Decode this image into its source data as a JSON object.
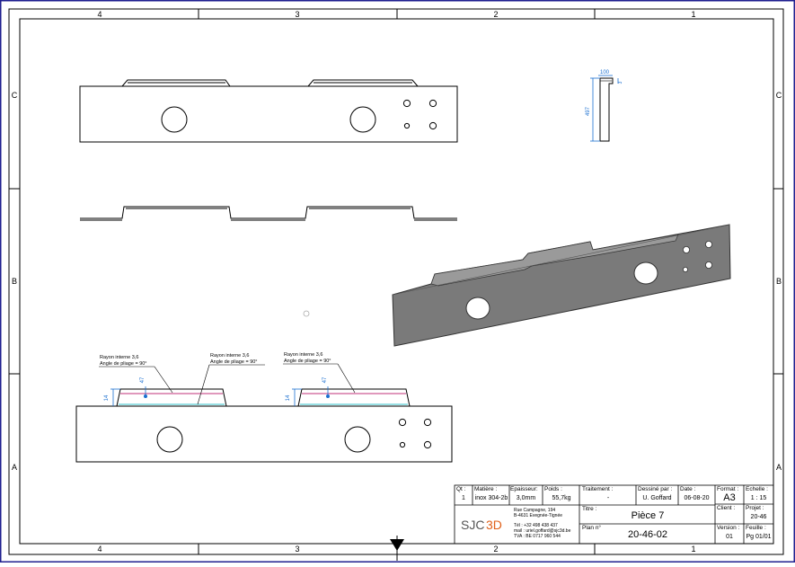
{
  "frame": {
    "columns_top": [
      "4",
      "3",
      "2",
      "1"
    ],
    "columns_bottom": [
      "4",
      "3",
      "2",
      "1"
    ],
    "rows_left": [
      "C",
      "B",
      "A"
    ],
    "rows_right": [
      "C",
      "B",
      "A"
    ]
  },
  "dimensions": {
    "profile_width": "100",
    "profile_thickness": "3",
    "profile_height": "497",
    "flange_height_left": "47",
    "flange_height_right": "47",
    "step_left": "14",
    "step_right": "14"
  },
  "notes": [
    {
      "line1": "Rayon interne 3,6",
      "line2": "Angle de pliage = 90°"
    },
    {
      "line1": "Rayon interne 3,6",
      "line2": "Angle de pliage = 90°"
    },
    {
      "line1": "Rayon interne 3,6",
      "line2": "Angle de pliage = 90°"
    }
  ],
  "title_block": {
    "qty_label": "Qt :",
    "qty": "1",
    "material_label": "Matière :",
    "material": "inox 304-2b",
    "thickness_label": "Epaisseur:",
    "thickness": "3,0mm",
    "weight_label": "Poids :",
    "weight": "55,7kg",
    "treatment_label": "Traitement :",
    "treatment": "-",
    "drawn_by_label": "Dessiné par :",
    "drawn_by": "U. Goffard",
    "date_label": "Date :",
    "date": "06-08-20",
    "format_label": "Format :",
    "format": "A3",
    "scale_label": "Echelle :",
    "scale": "1 : 15",
    "title_label": "Titre :",
    "title": "Pièce 7",
    "client_label": "Client :",
    "client": "",
    "project_label": "Projet :",
    "project": "20-46",
    "plan_label": "Plan n°",
    "plan": "20-46-02",
    "version_label": "Version :",
    "version": "01",
    "sheet_label": "Feuille :",
    "sheet": "Pg 01/01",
    "company_logo_a": "SJC",
    "company_logo_b": "3D",
    "company_address1": "Rue Campagne, 194",
    "company_address2": "B-4631 Evegnée-Tignée",
    "company_phone": "Tél : +32 498 438 437",
    "company_mail": "mail : uriel.goffard@sjc3d.be",
    "company_vat": "TVA : BE 0717 960 544"
  },
  "colors": {
    "frame": "#000000",
    "outer_border": "#1f1f8f",
    "dimension": "#1a6fd0",
    "bend_line_upper": "#c0307a",
    "bend_line_lower": "#30c0c8",
    "iso_fill": "#7a7a7a",
    "iso_edge": "#333333"
  }
}
